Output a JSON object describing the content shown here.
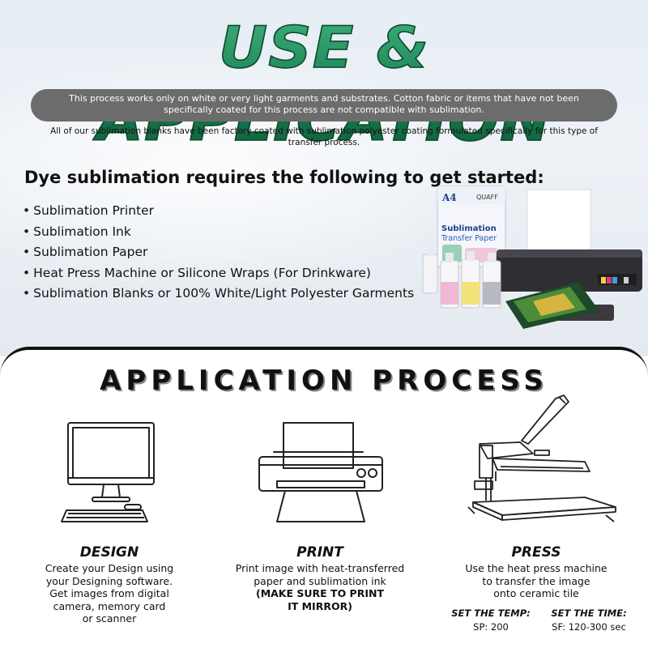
{
  "header": {
    "title": "USE & APPLICATION",
    "notice": "This process works only on white or very light garments and substrates. Cotton fabric or items that have not been specifically coated for this process are not compatible with sublimation.",
    "coating_note": "All of our sublimation blanks have been factory coated with sublimation polyester coating formulated specifically for this type of transfer process."
  },
  "requirements": {
    "title": "Dye sublimation requires the following to get started:",
    "items": [
      "Sublimation Printer",
      "Sublimation Ink",
      "Sublimation Paper",
      "Heat Press Machine or Silicone Wraps (For Drinkware)",
      "Sublimation Blanks or 100% White/Light Polyester Garments"
    ]
  },
  "product": {
    "paper_size": "A4",
    "brand": "QUAFF",
    "paper_name_1": "Sublimation",
    "paper_name_2": "Transfer Paper"
  },
  "process": {
    "title": "APPLICATION PROCESS",
    "steps": [
      {
        "title": "DESIGN",
        "icon": "computer-icon",
        "lines": [
          "Create your Design using",
          "your Designing software.",
          "Get images from digital",
          "camera, memory card",
          "or scanner"
        ]
      },
      {
        "title": "PRINT",
        "icon": "printer-icon",
        "lines": [
          "Print image with heat-transferred",
          "paper and sublimation ink"
        ],
        "emphasis": [
          "(MAKE SURE TO PRINT",
          "IT MIRROR)"
        ]
      },
      {
        "title": "PRESS",
        "icon": "heat-press-icon",
        "lines": [
          "Use the heat press machine",
          "to transfer the image",
          "onto ceramic tile"
        ]
      }
    ],
    "settings": {
      "temp_label": "SET THE TEMP:",
      "temp_value": "SP: 200",
      "time_label": "SET THE TIME:",
      "time_value": "SF: 120-300 sec"
    }
  },
  "colors": {
    "title_green": "#1b7f52",
    "notice_bg": "#6c6c6c",
    "text": "#111111"
  }
}
